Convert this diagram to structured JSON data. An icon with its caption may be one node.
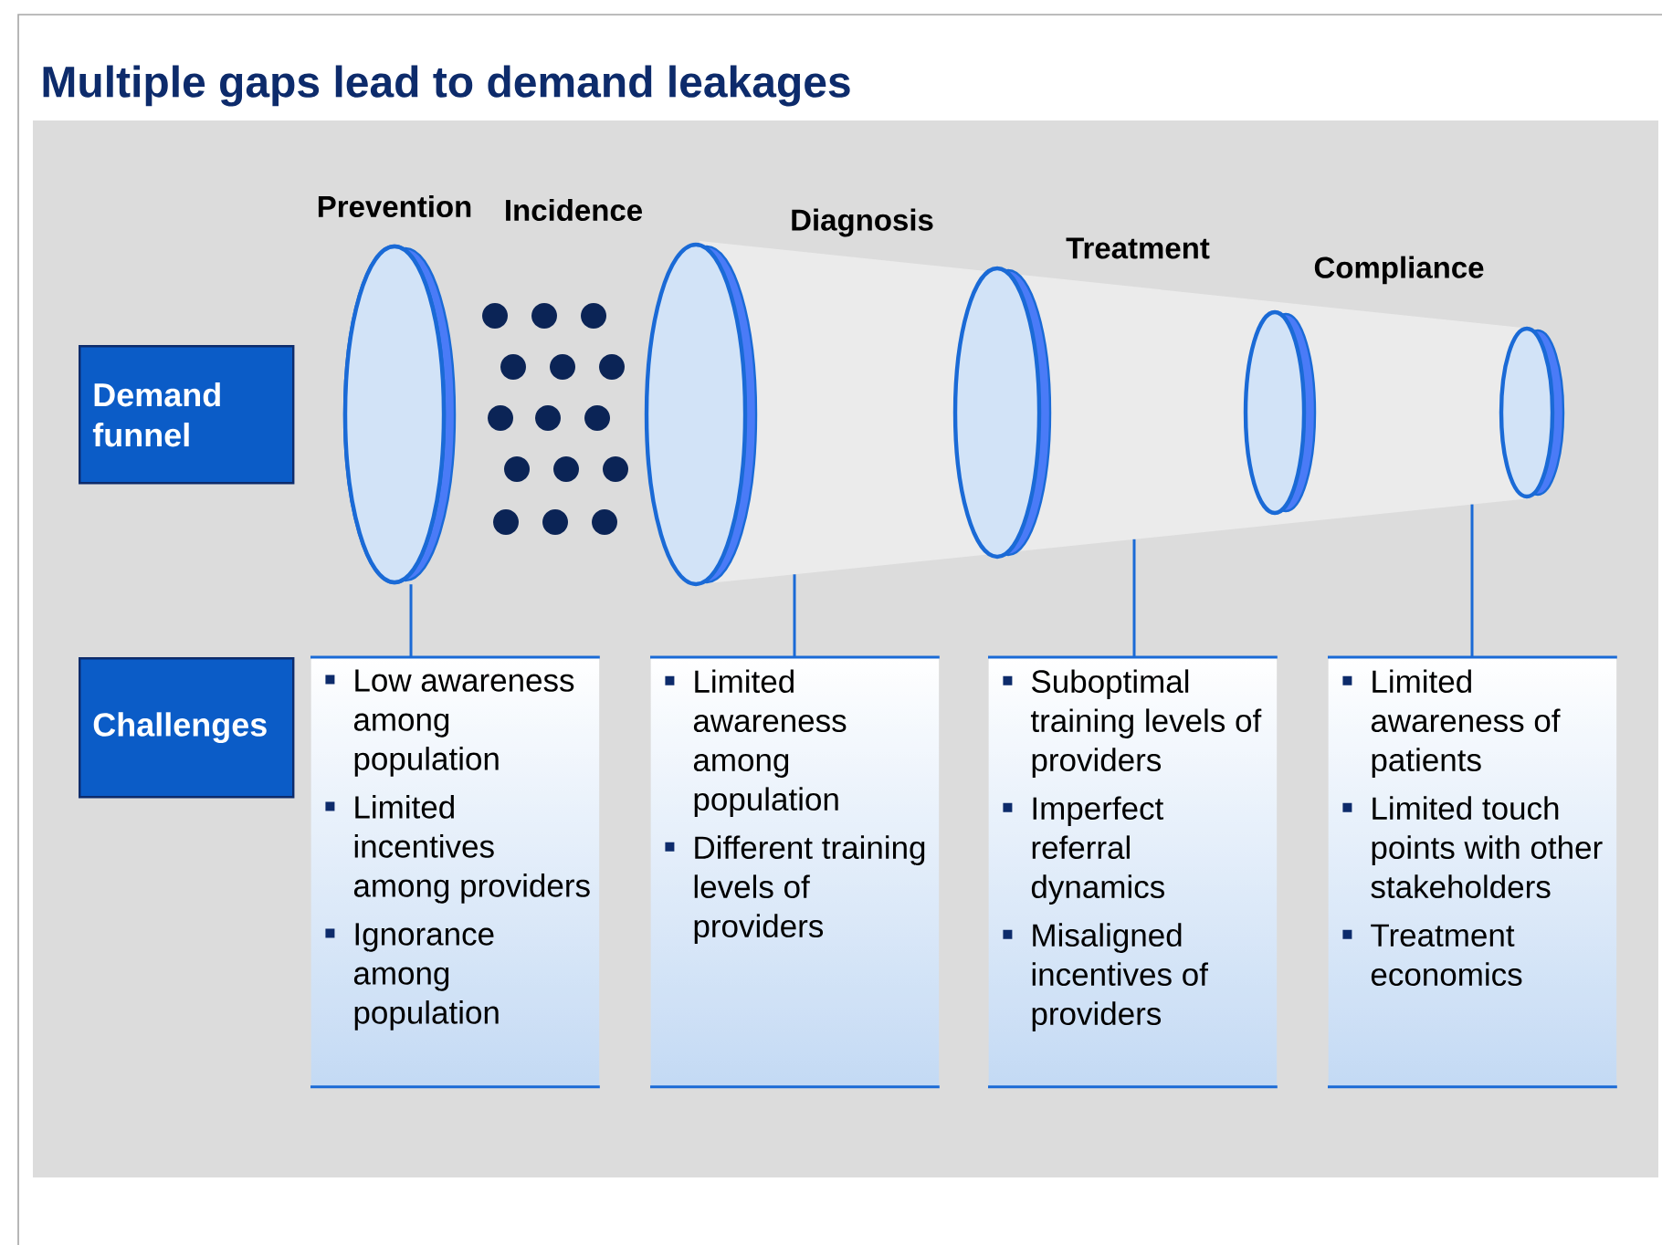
{
  "diagram": {
    "title": "Multiple gaps lead to demand leakages",
    "nodes": [
      {
        "text": [
          "Demand funnel"
        ]
      },
      {
        "text": [
          "Challenges"
        ]
      },
      {
        "text": [],
        "shape": "disc"
      },
      {
        "text": [],
        "shape": "funnel"
      },
      {
        "text": [
          "Low awareness among population",
          "Limited incentives among providers",
          "Ignorance among population"
        ]
      },
      {
        "text": [
          "Limited awareness among population",
          "Different training levels of providers"
        ]
      },
      {
        "text": [
          "Suboptimal training levels of providers",
          "Imperfect referral dynamics",
          "Misaligned incentives of providers"
        ]
      },
      {
        "text": [
          "Limited awareness of patients",
          "Limited touch points with other stakeholders",
          "Treatment economics"
        ]
      }
    ],
    "edges": [
      {
        "from": 2,
        "to": 4,
        "arrow": "none"
      },
      {
        "from": 3,
        "to": 5,
        "arrow": "none"
      },
      {
        "from": 3,
        "to": 6,
        "arrow": "none"
      },
      {
        "from": 3,
        "to": 7,
        "arrow": "none"
      }
    ],
    "labels": [
      "Prevention",
      "Incidence",
      "Diagnosis",
      "Treatment",
      "Compliance"
    ]
  }
}
